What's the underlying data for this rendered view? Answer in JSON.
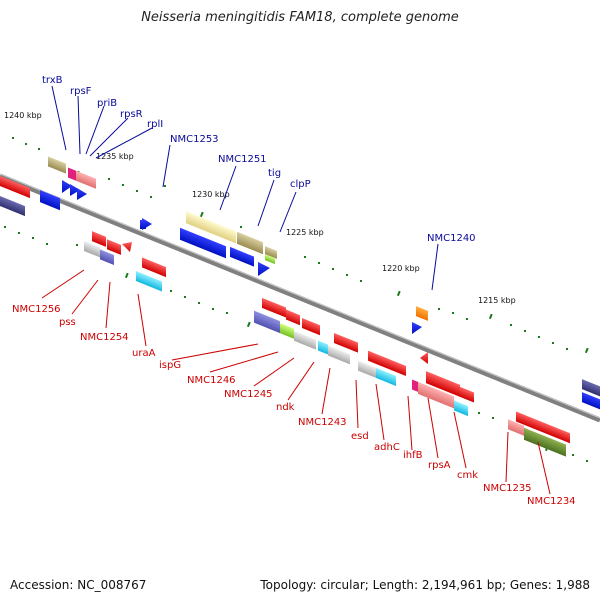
{
  "title": "Neisseria meningitidis FAM18, complete genome",
  "footer": {
    "accession": "Accession: NC_008767",
    "topology": "Topology: circular; Length: 2,194,961 bp; Genes: 1,988"
  },
  "scale": [
    "1240 kbp",
    "1235 kbp",
    "1230 kbp",
    "1225 kbp",
    "1220 kbp",
    "1215 kbp"
  ],
  "labels_top": [
    "trxB",
    "rpsF",
    "priB",
    "rpsR",
    "rplI",
    "NMC1253",
    "NMC1251",
    "tig",
    "clpP",
    "NMC1240"
  ],
  "labels_bottom": [
    "NMC1256",
    "pss",
    "NMC1254",
    "uraA",
    "ispG",
    "NMC1246",
    "NMC1245",
    "ndk",
    "NMC1243",
    "esd",
    "adhC",
    "ihfB",
    "rpsA",
    "cmk",
    "NMC1235",
    "NMC1234"
  ],
  "colors": {
    "top_label": "#0a0a9a",
    "bottom_label": "#cc0000",
    "backbone": "#808080",
    "tick": "#1a7a1a"
  }
}
